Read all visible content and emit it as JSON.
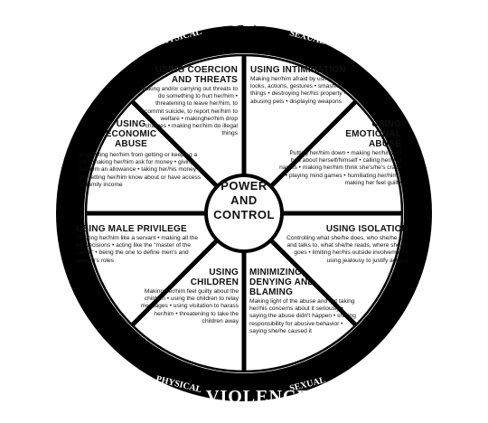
{
  "ring": {
    "top": {
      "left": "PHYSICAL",
      "main": "VIOLENCE",
      "right": "SEXUAL"
    },
    "bottom": {
      "left": "PHYSICAL",
      "main": "VIOLENCE",
      "right": "SEXUAL"
    }
  },
  "center": {
    "line1": "POWER",
    "line2": "AND",
    "line3": "CONTROL"
  },
  "segments": {
    "coercion": {
      "title": "USING COERCION AND THREATS",
      "body": "Making and/or carrying out threats to do something to hurt her/him • threatening to leave her/him, to commit suicide, to report her/him to welfare • makingher/him drop charges • making her/him do illegal things"
    },
    "intimidation": {
      "title": "USING INTIMIDATION",
      "body": "Making her/him afraid by using looks, actions, gestures • smashing things • destroying her/his property • abusing pets • displaying weapons"
    },
    "emotional": {
      "title": "USING EMOTIONAL ABUSE",
      "body": "Putting her/him down • making her/himfeel bad about herself/himself • calling her/him names • making her/him think she's/he's crazy • playing mind games • humiliating her/him • making her feel guilty"
    },
    "isolation": {
      "title": "USING ISOLATION",
      "body": "Controlling what she/he does, who she/he see and talks to, what she/he reads, where she/he goes • limiting her/his outside involvement • using jealousy to justify actions"
    },
    "minimizing": {
      "title": "MINIMIZING, DENYING AND BLAMING",
      "body": "Making light of the abuse and not taking her/his concerns about it seriously • saying the abuse didn't happen • shifting responsibility for abusive behavior • saying she/he caused it"
    },
    "children": {
      "title": "USING CHILDREN",
      "body": "Making her/him feel guilty about the children • using the children to relay messages • using visitation to harass her/him • threatening to take the children away"
    },
    "privilege": {
      "title": "USING MALE PRIVILEGE",
      "body": "Treating her/him like a servant • making all the big decisions • acting like the \"master of the castle\" • being the one to define men's and women's roles"
    },
    "economic": {
      "title": "USING ECONOMIC ABUSE",
      "body": "Preventing her/him from getting or keeping a job • making her/him ask for money • giving her/him an allowance • taking her/his money • not letting her/him know about or have access to family income"
    }
  }
}
